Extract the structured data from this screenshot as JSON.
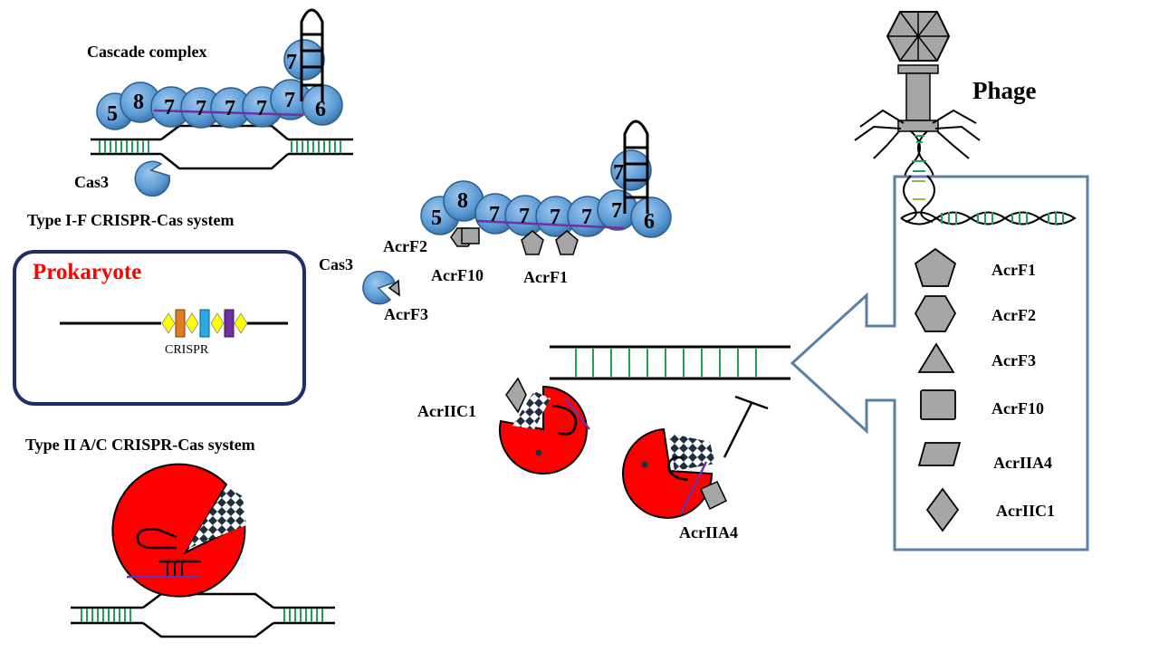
{
  "labels": {
    "cascade_complex": "Cascade complex",
    "type_if": "Type I-F CRISPR-Cas system",
    "type_iiac": "Type II A/C CRISPR-Cas system",
    "prokaryote": "Prokaryote",
    "crispr": "CRISPR",
    "phage": "Phage",
    "cas3_top": "Cas3",
    "cas3_mid": "Cas3",
    "acrf2": "AcrF2",
    "acrf10": "AcrF10",
    "acrf1": "AcrF1",
    "acrf3": "AcrF3",
    "acriic1": "AcrIIC1",
    "acriia4": "AcrIIA4"
  },
  "cascade_top": [
    "5",
    "8",
    "7",
    "7",
    "7",
    "7",
    "7",
    "7",
    "6"
  ],
  "cascade_mid": [
    "5",
    "8",
    "7",
    "7",
    "7",
    "7",
    "7",
    "7",
    "6"
  ],
  "legend": [
    "AcrF1",
    "AcrF2",
    "AcrF3",
    "AcrF10",
    "AcrIIA4",
    "AcrIIC1"
  ],
  "colors": {
    "cas_blue": "#6fa8dc",
    "cas9_red": "#ff0000",
    "acr_gray": "#a6a6a6",
    "dna_green": "#22a05a",
    "crispr_rna": "#7030a0",
    "legend_border": "#5b7fa6",
    "prokaryote_border": "#1f2f66"
  }
}
